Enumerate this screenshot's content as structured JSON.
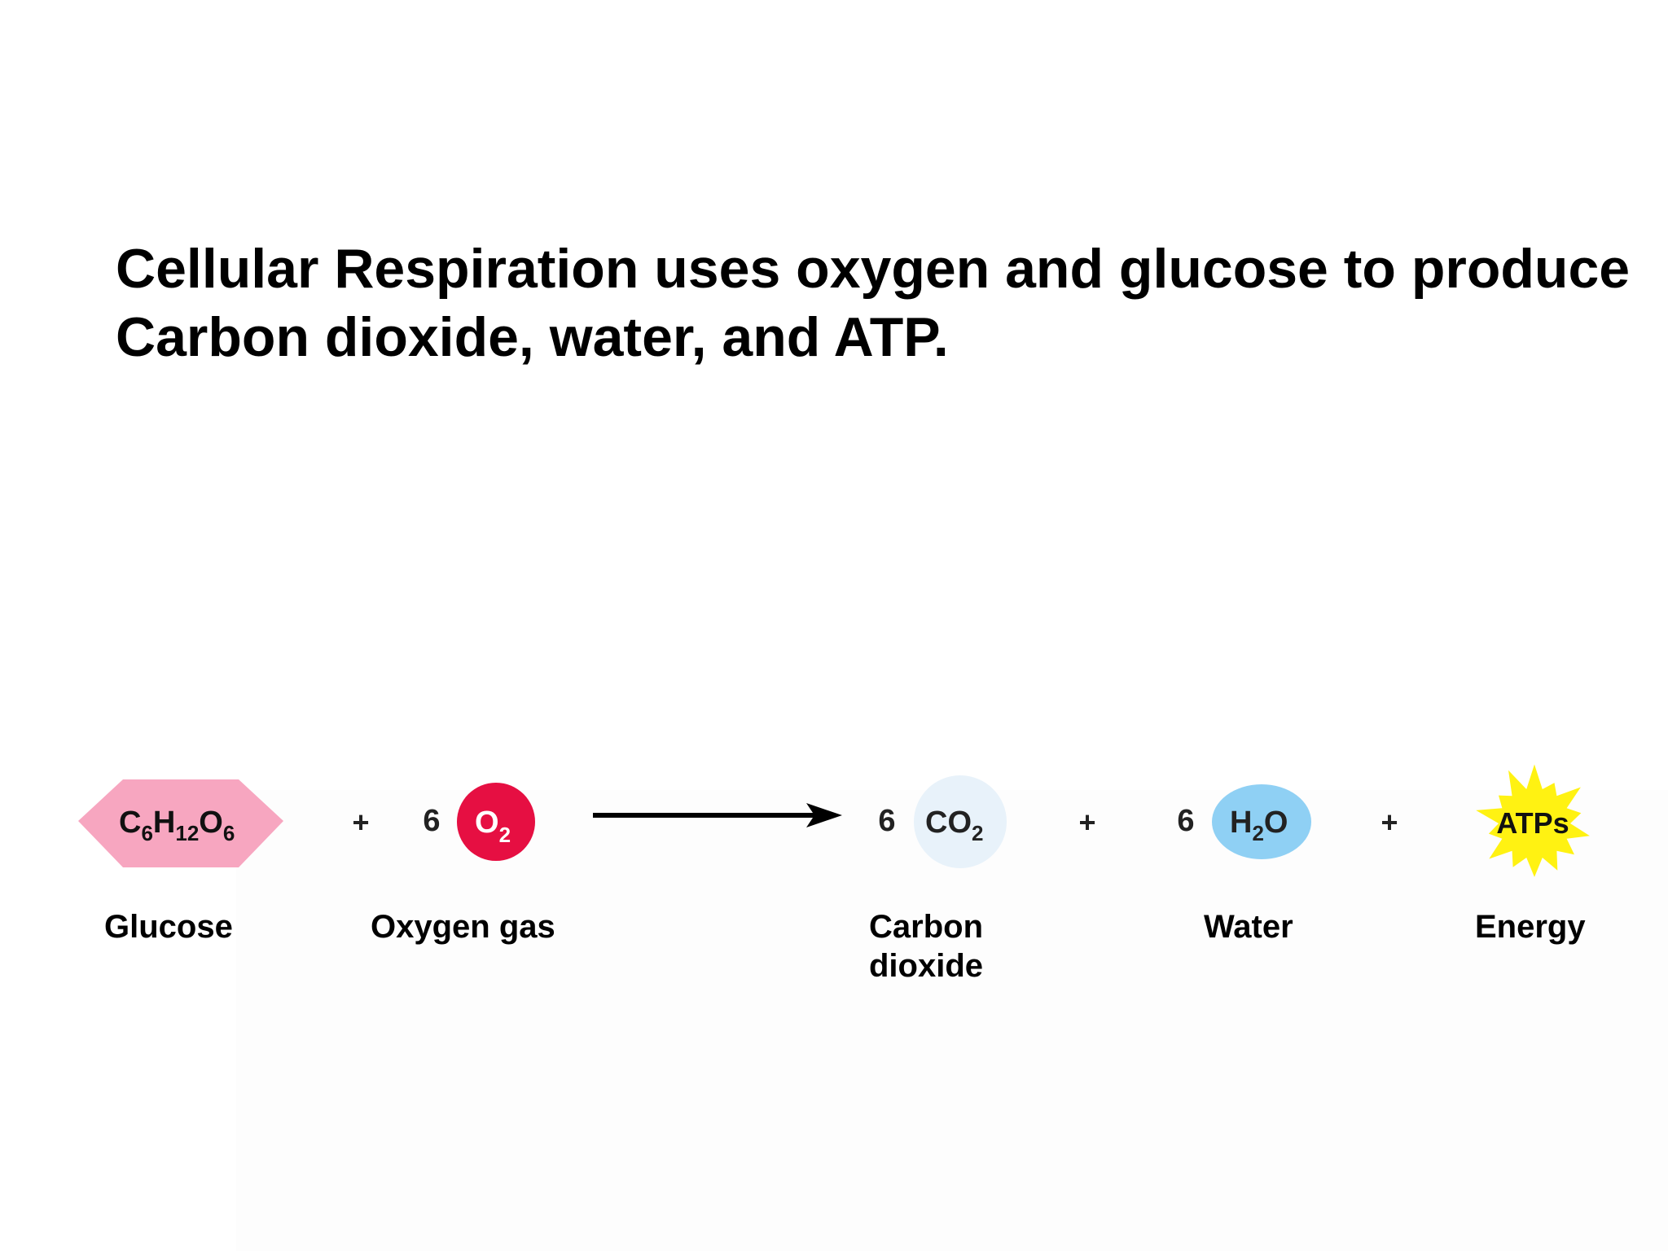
{
  "heading": {
    "line1": "Cellular Respiration uses oxygen and glucose to produce",
    "line2": "Carbon dioxide, water, and ATP."
  },
  "equation": {
    "glucose": {
      "formula_parts": [
        "C",
        "6",
        "H",
        "12",
        "O",
        "6"
      ],
      "label": "Glucose",
      "color": "#f7a6c0"
    },
    "plus": "+",
    "oxygen": {
      "coefficient": "6",
      "formula": "O",
      "subscript": "2",
      "label": "Oxygen gas",
      "color": "#e60f42"
    },
    "carbon_dioxide": {
      "coefficient": "6",
      "formula": "CO",
      "subscript": "2",
      "label_line1": "Carbon",
      "label_line2": "dioxide",
      "color": "#e8f2fa"
    },
    "water": {
      "coefficient": "6",
      "formula_h": "H",
      "subscript": "2",
      "formula_o": "O",
      "label": "Water",
      "color": "#8fd0f4"
    },
    "energy": {
      "text": "ATPs",
      "label": "Energy",
      "color": "#fff212"
    }
  }
}
